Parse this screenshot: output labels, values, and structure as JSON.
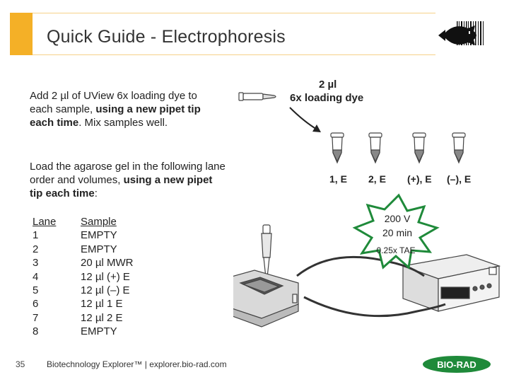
{
  "header": {
    "title": "Quick Guide - Electrophoresis"
  },
  "instructions": {
    "step1_pre": "Add 2 µl of UView 6x loading dye to each sample, ",
    "step1_bold": "using a new pipet tip each time",
    "step1_post": ". Mix samples well.",
    "step2_pre": "Load the agarose gel in the following lane order and volumes, ",
    "step2_bold": "using a new pipet tip each time",
    "step2_post": ":"
  },
  "lane_table": {
    "headers": [
      "Lane",
      "Sample"
    ],
    "rows": [
      [
        "1",
        "EMPTY"
      ],
      [
        "2",
        "EMPTY"
      ],
      [
        "3",
        "20 µl MWR"
      ],
      [
        "4",
        "12 µl (+) E"
      ],
      [
        "5",
        "12 µl (–) E"
      ],
      [
        "6",
        "12 µl 1 E"
      ],
      [
        "7",
        "12 µl 2 E"
      ],
      [
        "8",
        "EMPTY"
      ]
    ]
  },
  "diagram": {
    "dye_volume": "2 µl",
    "dye_label": "6x loading dye",
    "tube_labels": [
      "1, E",
      "2, E",
      "(+), E",
      "(–), E"
    ],
    "run_voltage": "200 V",
    "run_time": "20 min",
    "buffer": "0.25x TAE"
  },
  "footer": {
    "page_number": "35",
    "text": "Biotechnology Explorer™ |  explorer.bio-rad.com",
    "brand": "BIO-RAD"
  },
  "colors": {
    "accent": "#f4b027",
    "starburst": "#1f8a3a",
    "brand": "#1f8a3a"
  }
}
